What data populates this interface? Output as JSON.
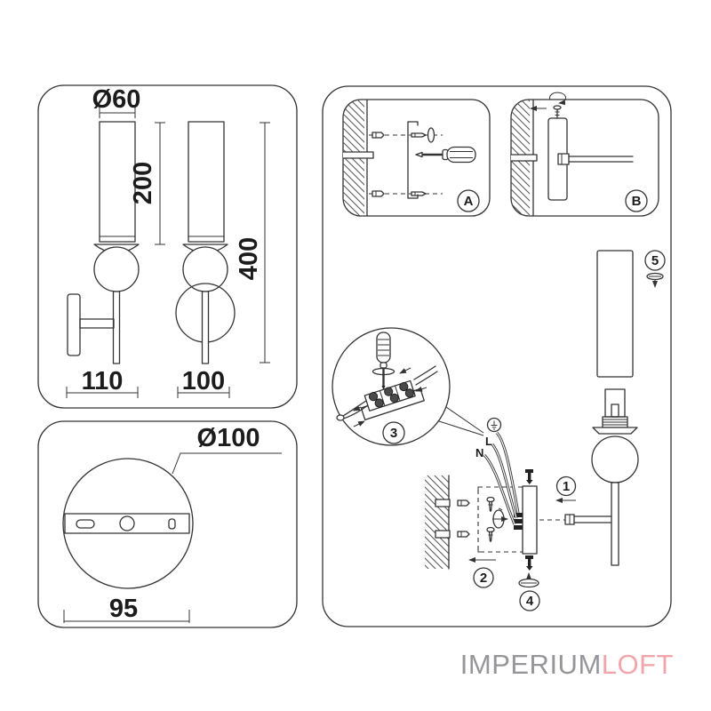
{
  "dimension_views": {
    "shade_diameter": "Ø60",
    "shade_height": "200",
    "total_height": "400",
    "depth_side": "110",
    "width_front": "100"
  },
  "base_view": {
    "plate_diameter": "Ø100",
    "mount_spacing": "95"
  },
  "installation": {
    "step_a": "A",
    "step_b": "B",
    "step_1": "1",
    "step_2": "2",
    "step_3": "3",
    "step_4": "4",
    "step_5": "5",
    "wire_live": "L",
    "wire_neutral": "N"
  },
  "brand": {
    "name_primary": "IMPERIUM",
    "name_accent": "LOFT",
    "color_primary": "#96969a",
    "color_accent": "#f2a6ab"
  },
  "colors": {
    "line": "#333333",
    "background": "#ffffff"
  }
}
